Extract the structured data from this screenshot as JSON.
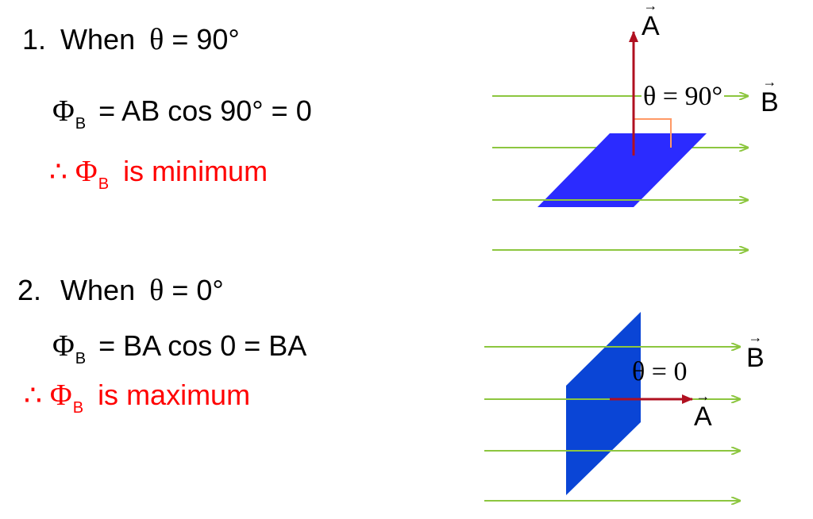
{
  "case1": {
    "number": "1.",
    "when_text": "When",
    "theta": "θ",
    "eq": "=",
    "angle": "90°",
    "flux_symbol": "Φ",
    "flux_sub": "B",
    "flux_equation": "= AB cos 90° = 0",
    "therefore": "∴",
    "result": "is minimum"
  },
  "case2": {
    "number": "2.",
    "when_text": "When",
    "theta": "θ",
    "eq": "=",
    "angle": "0°",
    "flux_symbol": "Φ",
    "flux_sub": "B",
    "flux_equation": "= BA cos 0 = BA",
    "therefore": "∴",
    "result": "is maximum"
  },
  "diagram1": {
    "vector_a": "A",
    "vector_b": "B",
    "vector_arrow": "→",
    "angle_label": "θ = 90°"
  },
  "diagram2": {
    "vector_a": "A",
    "vector_b": "B",
    "vector_arrow": "→",
    "angle_label": "θ = 0"
  },
  "colors": {
    "field_lines": "#8cc63f",
    "plate_horizontal": "#2b2bff",
    "plate_vertical": "#0a45d6",
    "area_vector": "#b01020",
    "right_angle_mark": "#ff9966",
    "result_text": "#ff0000"
  }
}
